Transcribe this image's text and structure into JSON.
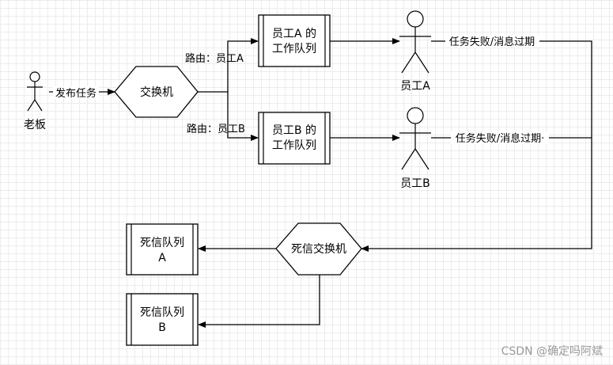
{
  "nodes": {
    "boss": "老板",
    "exchange": "交换机",
    "queue_a": [
      "员工A 的",
      "工作队列"
    ],
    "queue_b": [
      "员工B 的",
      "工作队列"
    ],
    "worker_a": "员工A",
    "worker_b": "员工B",
    "dlx": "死信交换机",
    "dlq_a": [
      "死信队列",
      "A"
    ],
    "dlq_b": [
      "死信队列",
      "B"
    ]
  },
  "edges": {
    "publish": "发布任务",
    "route_a": "路由：员工A",
    "route_b": "路由：员工B",
    "fail_a": "任务失败/消息过期",
    "fail_b": "任务失败/消息过期·"
  },
  "watermark": "CSDN @确定吗阿斌"
}
